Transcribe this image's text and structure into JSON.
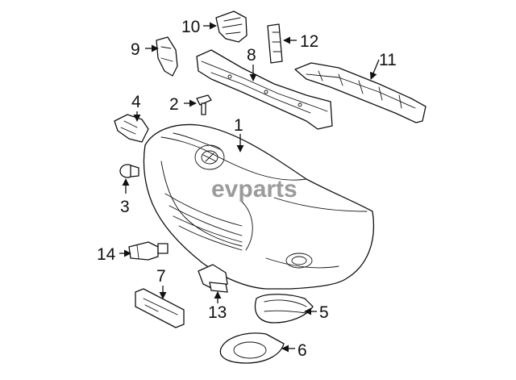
{
  "watermark": "evparts",
  "callouts": [
    {
      "id": "1",
      "label": "1"
    },
    {
      "id": "2",
      "label": "2"
    },
    {
      "id": "3",
      "label": "3"
    },
    {
      "id": "4",
      "label": "4"
    },
    {
      "id": "5",
      "label": "5"
    },
    {
      "id": "6",
      "label": "6"
    },
    {
      "id": "7",
      "label": "7"
    },
    {
      "id": "8",
      "label": "8"
    },
    {
      "id": "9",
      "label": "9"
    },
    {
      "id": "10",
      "label": "10"
    },
    {
      "id": "11",
      "label": "11"
    },
    {
      "id": "12",
      "label": "12"
    },
    {
      "id": "13",
      "label": "13"
    },
    {
      "id": "14",
      "label": "14"
    }
  ]
}
